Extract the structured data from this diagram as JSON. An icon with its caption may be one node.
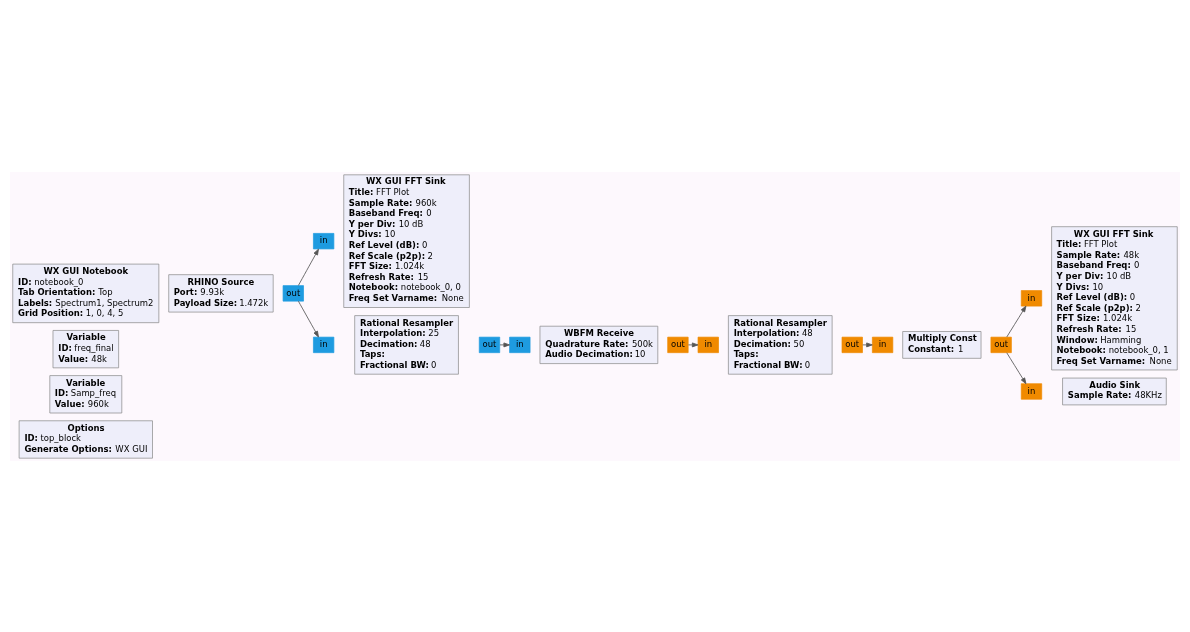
{
  "diagram": {
    "nodes": [
      {
        "text": [
          "Options",
          "ID: top_block",
          "Generate Options: WX GUI"
        ]
      },
      {
        "text": [
          "Variable",
          "ID: Samp_freq",
          "Value: 960k"
        ]
      },
      {
        "text": [
          "Variable",
          "ID: freq_final",
          "Value: 48k"
        ]
      },
      {
        "text": [
          "WX GUI Notebook",
          "ID: notebook_0",
          "Tab Orientation: Top",
          "Labels: Spectrum1, Spectrum2",
          "Grid Position: 1, 0, 4, 5"
        ]
      },
      {
        "text": [
          "WX GUI FFT Sink",
          "Title: FFT Plot",
          "Sample Rate: 960k",
          "Baseband Freq: 0",
          "Y per Div: 10 dB",
          "Y Divs: 10",
          "Ref Level (dB): 0",
          "Ref Scale (p2p): 2",
          "FFT Size: 1.024k",
          "Refresh Rate: 15",
          "Notebook: notebook_0, 0",
          "Freq Set Varname: None"
        ]
      },
      {
        "text": [
          "RHINO Source",
          "Port: 9.93k",
          "Payload Size: 1.472k"
        ]
      },
      {
        "text": [
          "out"
        ]
      },
      {
        "text": [
          "in"
        ]
      },
      {
        "text": [
          "Rational Resampler",
          "Interpolation: 25",
          "Decimation: 48",
          "Taps:",
          "Fractional BW: 0"
        ]
      },
      {
        "text": [
          "in"
        ]
      },
      {
        "text": [
          "out"
        ]
      },
      {
        "text": [
          "WBFM Receive",
          "Quadrature Rate: 500k",
          "Audio Decimation: 10"
        ]
      },
      {
        "text": [
          "in"
        ]
      },
      {
        "text": [
          "out"
        ]
      },
      {
        "text": [
          "Rational Resampler",
          "Interpolation: 48",
          "Decimation: 50",
          "Taps:",
          "Fractional BW: 0"
        ]
      },
      {
        "text": [
          "in"
        ]
      },
      {
        "text": [
          "out"
        ]
      },
      {
        "text": [
          "WX GUI FFT Sink",
          "Title: FFT Plot",
          "Sample Rate: 48k",
          "Baseband Freq: 0",
          "Y per Div: 10 dB",
          "Y Divs: 10",
          "Ref Level (dB): 0",
          "Ref Scale (p2p): 2",
          "FFT Size: 1.024k",
          "Refresh Rate: 15",
          "Window: Hamming",
          "Notebook: notebook_0, 1",
          "Freq Set Varname: None"
        ]
      },
      {
        "text": [
          "Multiply Const",
          "Constant: 1"
        ]
      },
      {
        "text": [
          "out"
        ]
      },
      {
        "text": [
          "in"
        ]
      },
      {
        "text": [
          "in"
        ]
      },
      {
        "text": [
          "Audio Sink",
          "Sample Rate: 48KHz"
        ]
      },
      {
        "text": [
          "in"
        ]
      }
    ],
    "edges": [
      {
        "from": 6,
        "to": 7,
        "arrow": "to"
      },
      {
        "from": 6,
        "to": 9,
        "arrow": "to"
      },
      {
        "from": 10,
        "to": 12,
        "arrow": "to"
      },
      {
        "from": 13,
        "to": 15,
        "arrow": "to"
      },
      {
        "from": 16,
        "to": 20,
        "arrow": "to"
      },
      {
        "from": 19,
        "to": 21,
        "arrow": "to"
      },
      {
        "from": 19,
        "to": 23,
        "arrow": "to"
      }
    ]
  }
}
